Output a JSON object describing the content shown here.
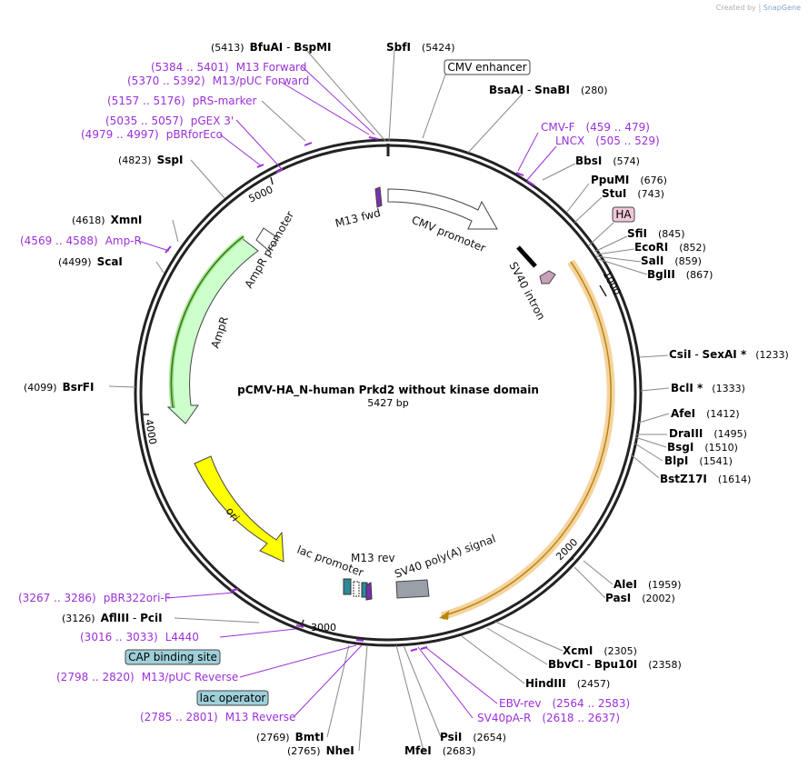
{
  "credit": {
    "prefix": "Created by",
    "brand": "SnapGene"
  },
  "plasmid": {
    "name": "pCMV-HA_N-human Prkd2 without kinase domain",
    "size_label": "5427 bp"
  },
  "ticks": [
    "1000",
    "2000",
    "3000",
    "4000",
    "5000"
  ],
  "features": [
    {
      "key": "cmv_promoter",
      "label": "CMV promoter",
      "color": "#ffffff"
    },
    {
      "key": "m13fwd",
      "label": "M13 fwd",
      "color": "#7a2fb0"
    },
    {
      "key": "sv40intron",
      "label": "SV40 intron",
      "color": "#000000"
    },
    {
      "key": "ha",
      "label": "",
      "color": "#c8a0b8"
    },
    {
      "key": "orf",
      "label": "",
      "color": "#f3c070"
    },
    {
      "key": "sv40polya",
      "label": "SV40 poly(A) signal",
      "color": "#9aa0a8"
    },
    {
      "key": "m13rev",
      "label": "M13 rev",
      "color": "#7a2fb0"
    },
    {
      "key": "lacpromoter",
      "label": "lac promoter",
      "color": "#2a8a99"
    },
    {
      "key": "ori",
      "label": "ori",
      "color": "#ffff00"
    },
    {
      "key": "ampr",
      "label": "AmpR",
      "color": "#ccffcc"
    },
    {
      "key": "amprpromoter",
      "label": "AmpR promoter",
      "color": "#ffffff"
    }
  ],
  "boxed_labels": [
    {
      "text": "CMV enhancer",
      "fill": "#ffffff"
    },
    {
      "text": "HA",
      "fill": "#f0c8d8"
    },
    {
      "text": "CAP binding site",
      "fill": "#9fd0da"
    },
    {
      "text": "lac operator",
      "fill": "#9fd0da"
    }
  ],
  "sites": [
    {
      "name": "BfuAI",
      "sep": " - ",
      "name2": "BspMI",
      "pos": "(5413)",
      "side": "left"
    },
    {
      "name": "SbfI",
      "pos": "(5424)",
      "side": "right"
    },
    {
      "name": "BsaAI",
      "sep": " - ",
      "name2": "SnaBI",
      "pos": "(280)",
      "side": "right"
    },
    {
      "name": "BbsI",
      "pos": "(574)",
      "side": "right"
    },
    {
      "name": "PpuMI",
      "pos": "(676)",
      "side": "right"
    },
    {
      "name": "StuI",
      "pos": "(743)",
      "side": "right"
    },
    {
      "name": "SfiI",
      "pos": "(845)",
      "side": "right"
    },
    {
      "name": "EcoRI",
      "pos": "(852)",
      "side": "right"
    },
    {
      "name": "SalI",
      "pos": "(859)",
      "side": "right"
    },
    {
      "name": "BglII",
      "pos": "(867)",
      "side": "right"
    },
    {
      "name": "CsiI",
      "sep": " - ",
      "name2": "SexAI *",
      "pos": "(1233)",
      "side": "right"
    },
    {
      "name": "BclI *",
      "pos": "(1333)",
      "side": "right"
    },
    {
      "name": "AfeI",
      "pos": "(1412)",
      "side": "right"
    },
    {
      "name": "DraIII",
      "pos": "(1495)",
      "side": "right"
    },
    {
      "name": "BsgI",
      "pos": "(1510)",
      "side": "right"
    },
    {
      "name": "BlpI",
      "pos": "(1541)",
      "side": "right"
    },
    {
      "name": "BstZ17I",
      "pos": "(1614)",
      "side": "right"
    },
    {
      "name": "AleI",
      "pos": "(1959)",
      "side": "right"
    },
    {
      "name": "PasI",
      "pos": "(2002)",
      "side": "right"
    },
    {
      "name": "XcmI",
      "pos": "(2305)",
      "side": "right"
    },
    {
      "name": "BbvCI",
      "sep": " - ",
      "name2": "Bpu10I",
      "pos": "(2358)",
      "side": "right"
    },
    {
      "name": "HindIII",
      "pos": "(2457)",
      "side": "right"
    },
    {
      "name": "PsiI",
      "pos": "(2654)",
      "side": "right"
    },
    {
      "name": "MfeI",
      "pos": "(2683)",
      "side": "right"
    },
    {
      "name": "BmtI",
      "pos": "(2769)",
      "side": "left"
    },
    {
      "name": "NheI",
      "pos": "(2765)",
      "side": "left"
    },
    {
      "name": "AflIII",
      "sep": " - ",
      "name2": "PciI",
      "pos": "(3126)",
      "side": "left"
    },
    {
      "name": "BsrFI",
      "pos": "(4099)",
      "side": "left"
    },
    {
      "name": "ScaI",
      "pos": "(4499)",
      "side": "left"
    },
    {
      "name": "XmnI",
      "pos": "(4618)",
      "side": "left"
    },
    {
      "name": "SspI",
      "pos": "(4823)",
      "side": "left"
    }
  ],
  "primers": [
    {
      "name": "M13 Forward",
      "pos": "(5384 .. 5401)",
      "side": "left"
    },
    {
      "name": "M13/pUC Forward",
      "pos": "(5370 .. 5392)",
      "side": "left"
    },
    {
      "name": "pRS-marker",
      "pos": "(5157 .. 5176)",
      "side": "left"
    },
    {
      "name": "pGEX 3'",
      "pos": "(5035 .. 5057)",
      "side": "left"
    },
    {
      "name": "pBRforEco",
      "pos": "(4979 .. 4997)",
      "side": "left"
    },
    {
      "name": "Amp-R",
      "pos": "(4569 .. 4588)",
      "side": "left"
    },
    {
      "name": "CMV-F",
      "pos": "(459 .. 479)",
      "side": "right"
    },
    {
      "name": "LNCX",
      "pos": "(505 .. 529)",
      "side": "right"
    },
    {
      "name": "EBV-rev",
      "pos": "(2564 .. 2583)",
      "side": "right"
    },
    {
      "name": "SV40pA-R",
      "pos": "(2618 .. 2637)",
      "side": "right"
    },
    {
      "name": "pBR322ori-F",
      "pos": "(3267 .. 3286)",
      "side": "left"
    },
    {
      "name": "L4440",
      "pos": "(3016 .. 3033)",
      "side": "left"
    },
    {
      "name": "M13/pUC Reverse",
      "pos": "(2798 .. 2820)",
      "side": "left"
    },
    {
      "name": "M13 Reverse",
      "pos": "(2785 .. 2801)",
      "side": "left"
    }
  ]
}
